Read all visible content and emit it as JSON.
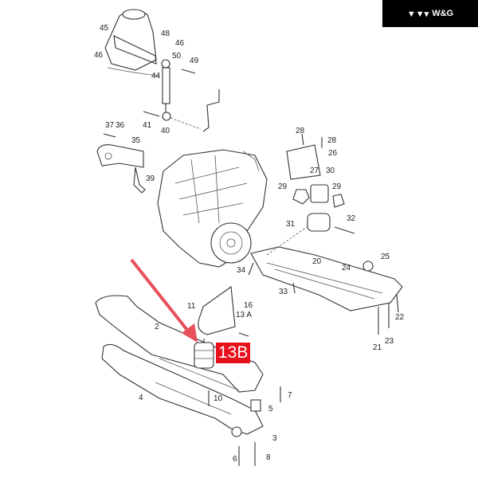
{
  "logo": {
    "text": "W&G",
    "icon": "triple-chevron-logo"
  },
  "callout": {
    "label": "13B",
    "color": "#e8101a"
  },
  "arrow": {
    "color": "#e8505a"
  },
  "parts": {
    "p45": "45",
    "p48": "48",
    "p46a": "46",
    "p46b": "46",
    "p50": "50",
    "p49": "49",
    "p44": "44",
    "p41": "41",
    "p40": "40",
    "p37": "37",
    "p36": "36",
    "p35": "35",
    "p39": "39",
    "p28a": "28",
    "p28b": "28",
    "p26": "26",
    "p27": "27",
    "p30": "30",
    "p29a": "29",
    "p29b": "29",
    "p31": "31",
    "p32": "32",
    "p25": "25",
    "p24": "24",
    "p20": "20",
    "p34": "34",
    "p33": "33",
    "p16": "16",
    "p22": "22",
    "p23": "23",
    "p21": "21",
    "p11": "11",
    "p13a": "13 A",
    "p2": "2",
    "p4": "4",
    "p10": "10",
    "p7": "7",
    "p5": "5",
    "p3": "3",
    "p8": "8",
    "p6": "6"
  }
}
